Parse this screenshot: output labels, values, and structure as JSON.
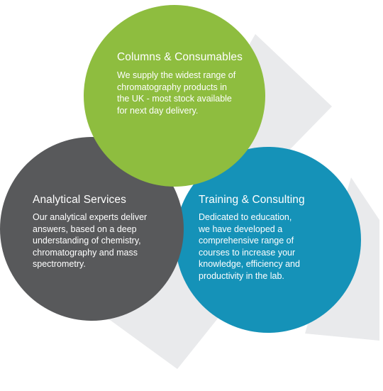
{
  "circles": {
    "columns": {
      "title": "Columns & Consumables",
      "lines": [
        "We supply the widest range of",
        "chromatography products in",
        "the UK - most stock available",
        "for next day delivery."
      ],
      "color": "#8ebd3f"
    },
    "analytical": {
      "title": "Analytical Services",
      "lines": [
        "Our analytical experts deliver",
        "answers, based on a deep",
        "understanding of chemistry,",
        "chromatography and mass",
        "spectrometry."
      ],
      "color": "#58595b"
    },
    "training": {
      "title": "Training & Consulting",
      "lines": [
        "Dedicated to education,",
        "we have developed a",
        "comprehensive range of",
        "courses to increase your",
        "knowledge, efficiency and",
        "productivity in the lab."
      ],
      "color": "#1592b8"
    }
  },
  "shadow_color": "#e9eaec"
}
